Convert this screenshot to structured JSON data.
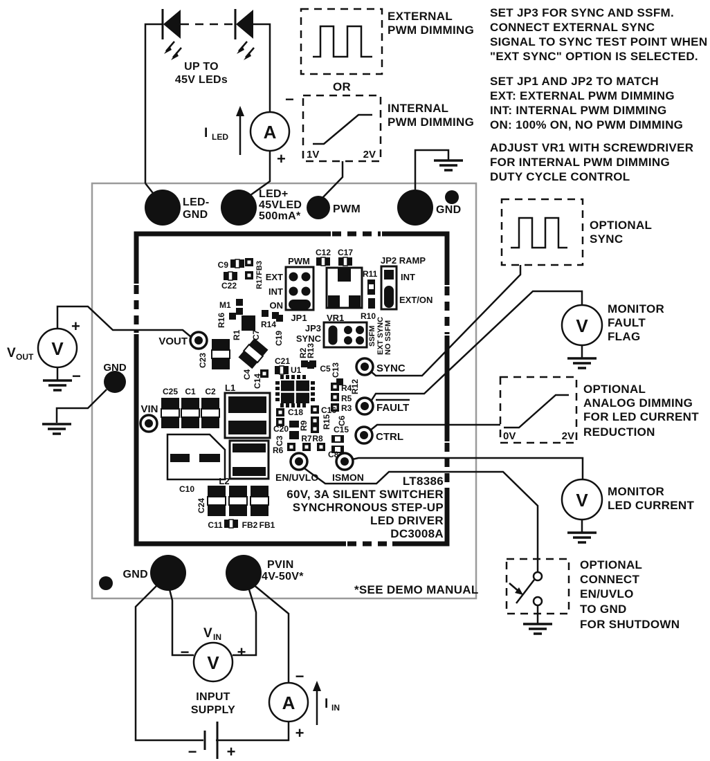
{
  "notes": {
    "note1": [
      "SET JP3 FOR SYNC AND SSFM.",
      "CONNECT EXTERNAL SYNC",
      "SIGNAL TO SYNC TEST POINT WHEN",
      "\"EXT SYNC\" OPTION IS SELECTED."
    ],
    "note2": [
      "SET JP1 AND JP2 TO MATCH",
      "EXT: EXTERNAL PWM DIMMING",
      "INT: INTERNAL PWM DIMMING",
      "ON: 100% ON, NO PWM DIMMING"
    ],
    "note3": [
      "ADJUST VR1 WITH SCREWDRIVER",
      "FOR INTERNAL PWM DIMMING",
      "DUTY CYCLE CONTROL"
    ],
    "see_manual": "*SEE DEMO MANUAL"
  },
  "leds": {
    "up_to": "UP TO",
    "leds": "45V LEDs"
  },
  "meters": {
    "volt": "V",
    "amp": "A",
    "plus": "+",
    "minus": "−"
  },
  "signals": {
    "iled_main": "I",
    "iled_sub": "LED",
    "iin_main": "I",
    "iin_sub": "IN",
    "vin_main": "V",
    "vin_sub": "IN",
    "vout_main": "V",
    "vout_sub": "OUT"
  },
  "callouts": {
    "external_pwm": {
      "l1": "EXTERNAL",
      "l2": "PWM DIMMING"
    },
    "or_label": "OR",
    "internal_pwm": {
      "l1": "INTERNAL",
      "l2": "PWM DIMMING",
      "low": "1V",
      "high": "2V"
    },
    "optional_sync": {
      "l1": "OPTIONAL",
      "l2": "SYNC"
    },
    "monitor_fault": {
      "l1": "MONITOR",
      "l2": "FAULT",
      "l3": "FLAG"
    },
    "analog": {
      "l1": "OPTIONAL",
      "l2": "ANALOG DIMMING",
      "l3": "FOR LED CURRENT",
      "l4": "REDUCTION",
      "low": "0V",
      "high": "2V"
    },
    "monitor_led": {
      "l1": "MONITOR",
      "l2": "LED CURRENT"
    },
    "shutdown": {
      "l1": "OPTIONAL",
      "l2": "CONNECT",
      "l3": "EN/UVLO",
      "l4": "TO GND",
      "l5": "FOR SHUTDOWN"
    }
  },
  "terminals": {
    "led_minus_1": "LED-",
    "led_minus_2": "GND",
    "led_plus_1": "LED+",
    "led_plus_2": "45VLED",
    "led_plus_3": "500mA*",
    "pwm": "PWM",
    "gnd_top": "GND",
    "gnd_bottom": "GND",
    "pvin_1": "PVIN",
    "pvin_2": "4V-50V*"
  },
  "supply": {
    "l1": "INPUT",
    "l2": "SUPPLY"
  },
  "board": {
    "tp": {
      "vout": "VOUT",
      "vin": "VIN",
      "sync": "SYNC",
      "fault": "FAULT",
      "ctrl": "CTRL",
      "en_uvlo": "EN/UVLO",
      "ismon": "ISMON"
    },
    "silk": [
      "LT8386",
      "60V, 3A SILENT SWITCHER",
      "SYNCHRONOUS STEP-UP",
      "LED DRIVER",
      "DC3008A"
    ],
    "jp": {
      "pwm_title": "PWM",
      "ext": "EXT",
      "int": "INT",
      "on": "ON",
      "jp1": "JP1",
      "jp2_title": "JP2 RAMP",
      "jp2_int": "INT",
      "jp2_exton": "EXT/ON",
      "jp3": "JP3",
      "jp3_sync": "SYNC",
      "ssfm": "SSFM",
      "ext_sync": "EXT SYNC",
      "no_ssfm": "NO SSFM",
      "vr1": "VR1"
    },
    "refs": {
      "C9": "C9",
      "R17FB3": "R17FB3",
      "C22": "C22",
      "M1": "M1",
      "R16": "R16",
      "R1": "R1",
      "C7": "C7",
      "R14": "R14",
      "C19": "C19",
      "C12": "C12",
      "C17": "C17",
      "R11": "R11",
      "R10": "R10",
      "R2": "R2",
      "R13": "R13",
      "C21": "C21",
      "U1": "U1",
      "C5": "C5",
      "C13": "C13",
      "R4": "R4",
      "R5": "R5",
      "R3": "R3",
      "R12": "R12",
      "C23": "C23",
      "C4": "C4",
      "C14": "C14",
      "C25": "C25",
      "C1": "C1",
      "C2": "C2",
      "L1": "L1",
      "C18": "C18",
      "C16": "C16",
      "R15": "R15",
      "C6": "C6",
      "C20": "C20",
      "C3": "C3",
      "R9": "R9",
      "R7": "R7",
      "R8": "R8",
      "R6": "R6",
      "C15": "C15",
      "C8": "C8",
      "C10": "C10",
      "L2": "L2",
      "C24": "C24",
      "C11": "C11",
      "FB2": "FB2",
      "FB1": "FB1"
    }
  }
}
